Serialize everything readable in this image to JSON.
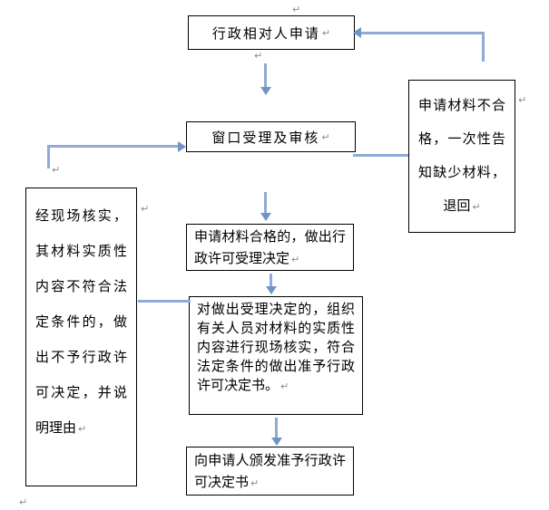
{
  "colors": {
    "canvas_bg": "#ffffff",
    "node_border": "#000000",
    "connector": "#8faad6",
    "connector_head": "#7094c6",
    "mark": "#8a8a8a"
  },
  "marks": {
    "pilcrow": "↵"
  },
  "nodes": {
    "applicant": {
      "text": "行政相对人申请"
    },
    "window_review": {
      "text": "窗口受理及审核"
    },
    "material_reject": {
      "text": "申请材料不合格，一次性告知缺少材料，退回"
    },
    "onsite_reject": {
      "text": "经现场核实，其材料实质性内容不符合法定条件的，做出不予行政许可决定，并说明理由"
    },
    "accept_decision": {
      "text": "申请材料合格的，做出行政许可受理决定"
    },
    "onsite_verification": {
      "text": "对做出受理决定的，组织有关人员对材料的实质性内容进行现场核实，符合法定条件的做出准予行政许可决定书。"
    },
    "issue_certificate": {
      "text": "向申请人颁发准予行政许可决定书"
    }
  }
}
